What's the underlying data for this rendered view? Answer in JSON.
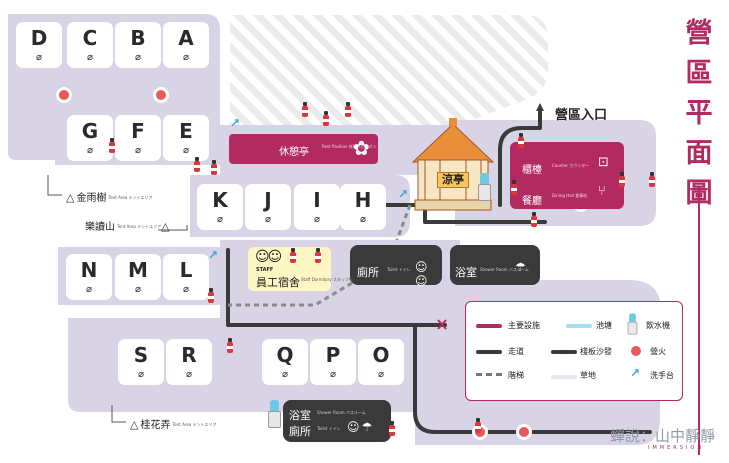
{
  "title": "營區平面圖",
  "entrance_label": "營區入口",
  "areas": {
    "rain_tree": {
      "name": "金雨樹",
      "en": "Tent Area テントエリア"
    },
    "reading_hill": {
      "name": "樂讀山",
      "en": "Tent Area テントエリア"
    },
    "osmanthus": {
      "name": "桂花弄",
      "en": "Tent Area テントエリア"
    }
  },
  "sites": [
    {
      "id": "D"
    },
    {
      "id": "C"
    },
    {
      "id": "B"
    },
    {
      "id": "A"
    },
    {
      "id": "G"
    },
    {
      "id": "F"
    },
    {
      "id": "E"
    },
    {
      "id": "K"
    },
    {
      "id": "J"
    },
    {
      "id": "I"
    },
    {
      "id": "H"
    },
    {
      "id": "N"
    },
    {
      "id": "M"
    },
    {
      "id": "L"
    },
    {
      "id": "S"
    },
    {
      "id": "R"
    },
    {
      "id": "Q"
    },
    {
      "id": "P"
    },
    {
      "id": "O"
    }
  ],
  "site_pin": "⌀",
  "facilities": {
    "rest_pavilion": {
      "label": "休憩亭",
      "sub": "Rest Pavilion 休憩パビリオン",
      "icon": "flower-icon"
    },
    "pavilion": {
      "label": "涼亭"
    },
    "counter": {
      "label": "櫃檯",
      "sub": "Counter カウンター",
      "icon": "reception-icon"
    },
    "dining": {
      "label": "餐廳",
      "sub": "Dining Hall 食事処",
      "icon": "fork-knife-icon"
    },
    "toilet": {
      "label": "廁所",
      "sub": "Toilet トイレ",
      "icon": "people-icon"
    },
    "shower": {
      "label": "浴室",
      "sub": "Shower Room バスルーム",
      "icon": "shower-icon"
    },
    "staff": {
      "label": "員工宿舍",
      "tag": "STAFF",
      "sub": "Staff Dormitory スタッフ寮",
      "icon": "staff-icon"
    },
    "shower_toilet": {
      "shower": "浴室",
      "shower_sub": "Shower Room バスルーム",
      "toilet": "廁所",
      "toilet_sub": "Toilet トイレ"
    }
  },
  "legend": {
    "main": "主要設施",
    "pond": "池塘",
    "water": "飲水機",
    "path": "走道",
    "deck": "棧板沙發",
    "fire": "營火",
    "stairs": "階梯",
    "grass": "草地",
    "sink": "洗手台"
  },
  "brand": {
    "name": "蟬說：山中靜靜",
    "tagline": "IMMERSION"
  },
  "colors": {
    "area": "#d9d3e6",
    "main": "#b22a5f",
    "path": "#3a3a3a",
    "pond": "#a9dced",
    "grass": "#e8e6ef",
    "fire": "#e8595b"
  }
}
